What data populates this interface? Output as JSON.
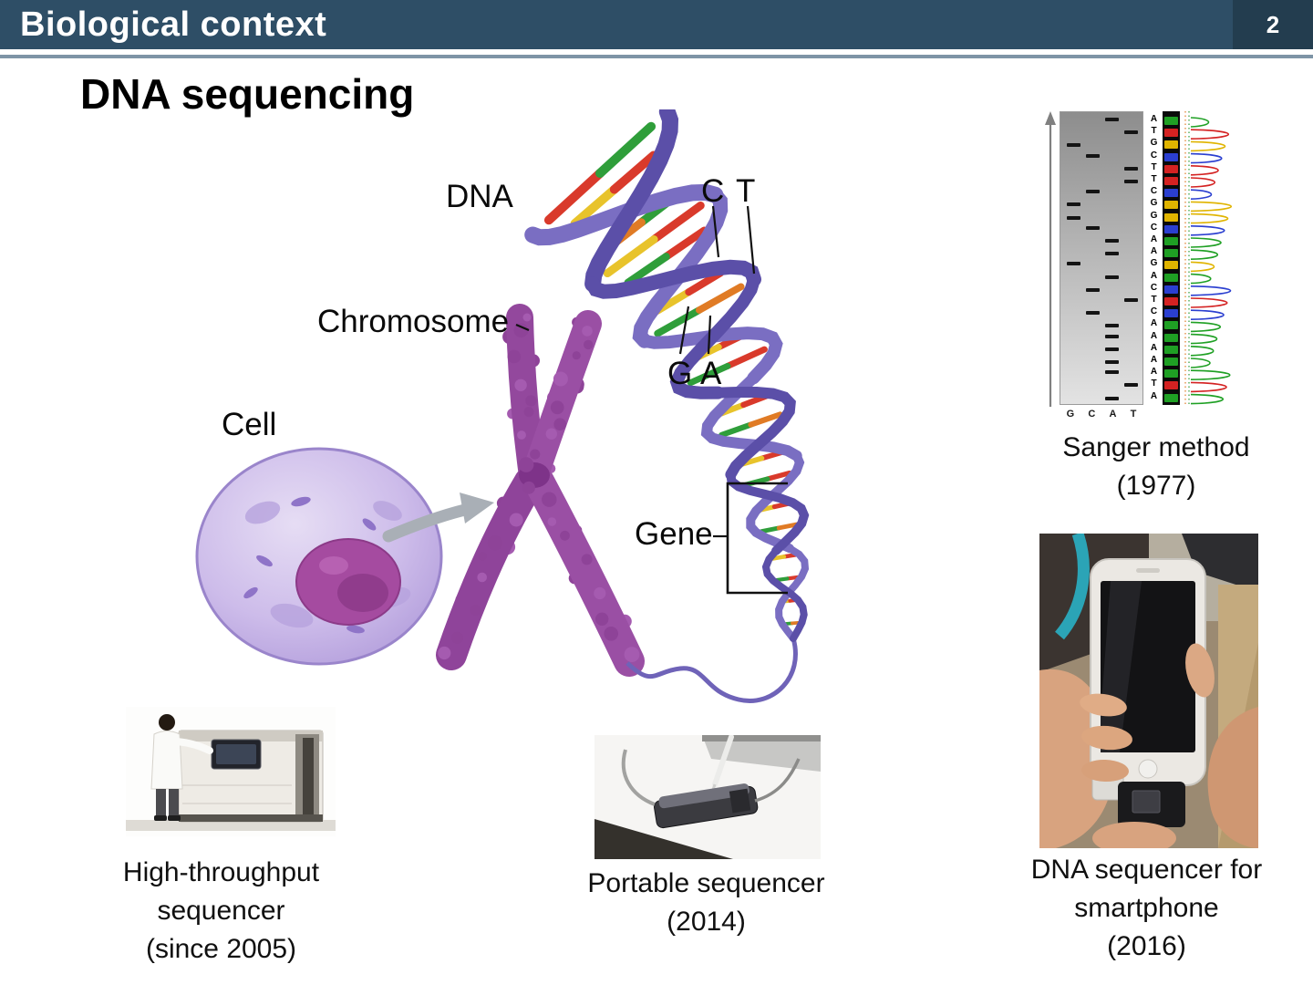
{
  "header": {
    "title": "Biological context",
    "page_number": "2",
    "colors": {
      "bar": "#2E4E66",
      "page_box": "#233D4F",
      "rule": "#7E94A6"
    }
  },
  "slide_title": "DNA sequencing",
  "diagram": {
    "label_dna": "DNA",
    "label_chromosome": "Chromosome",
    "label_cell": "Cell",
    "label_gene": "Gene",
    "base_c": "C",
    "base_t": "T",
    "base_g": "G",
    "base_a": "A"
  },
  "sanger": {
    "caption": [
      "Sanger method",
      "(1977)"
    ],
    "sequence": "ATGCTTCGGCAAGACTCAAAAATA",
    "lanes": [
      "G",
      "C",
      "A",
      "T"
    ],
    "base_colors": {
      "A": "#1FA024",
      "T": "#D42222",
      "G": "#E0B400",
      "C": "#2B3FD0"
    }
  },
  "figures": {
    "hts": {
      "caption": [
        "High-throughput",
        "sequencer",
        "(since 2005)"
      ]
    },
    "portable": {
      "caption": [
        "Portable sequencer",
        "(2014)"
      ]
    },
    "smartphone": {
      "caption": [
        "DNA sequencer for",
        "smartphone",
        "(2016)"
      ]
    }
  }
}
